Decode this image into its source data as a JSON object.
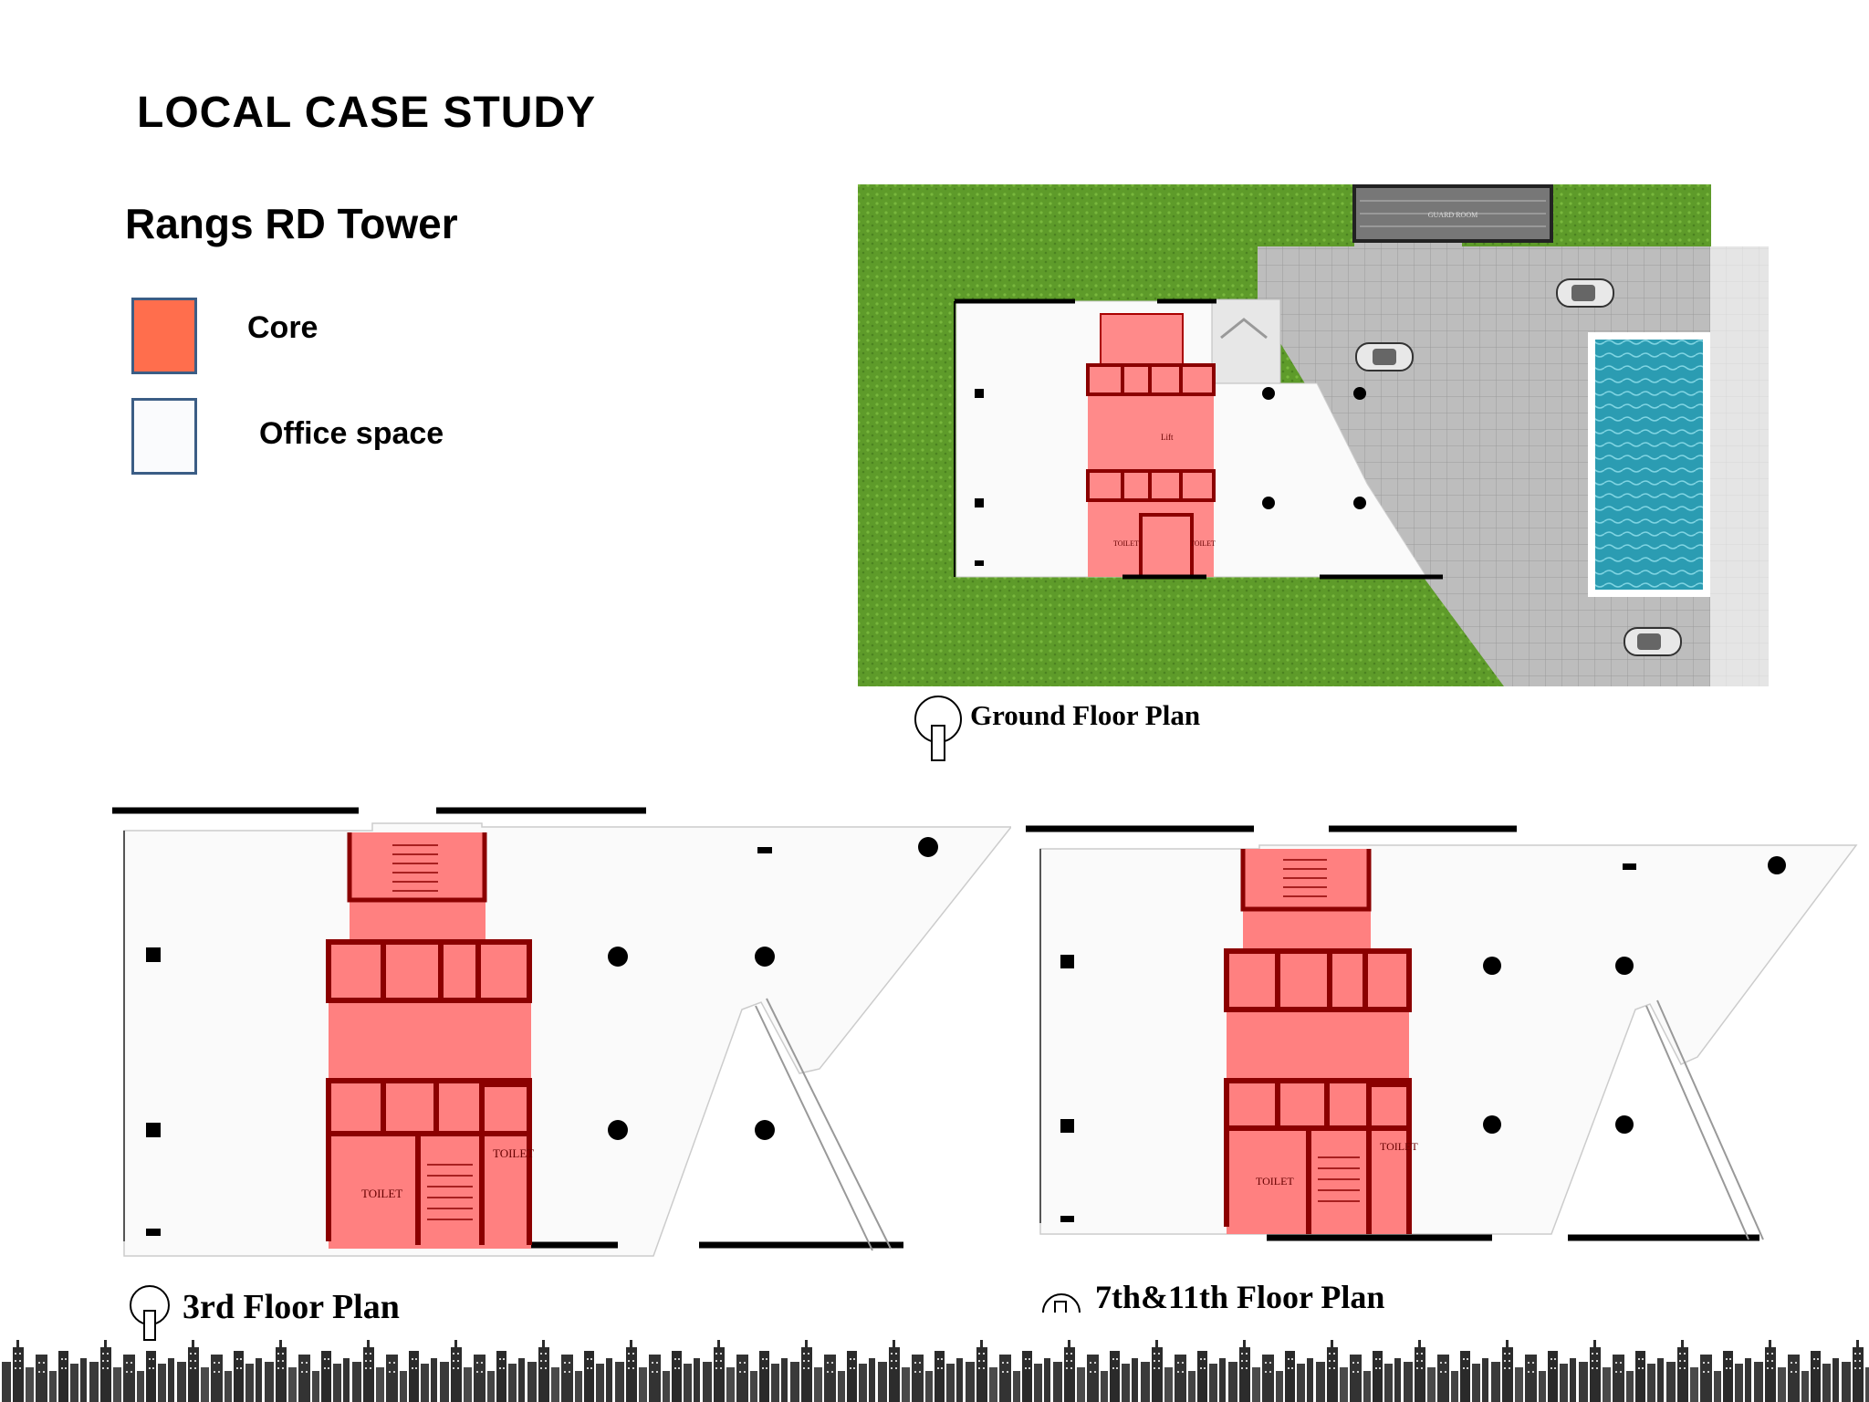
{
  "page": {
    "title": "LOCAL CASE STUDY",
    "subtitle": "Rangs RD Tower"
  },
  "legend": [
    {
      "label": "Core",
      "color": "#ff6e4d"
    },
    {
      "label": "Office space",
      "color": "#ffffff"
    }
  ],
  "plans": {
    "ground": {
      "label": "Ground Floor Plan",
      "room_labels": {
        "toilet_left": "TOILET",
        "toilet_right": "TOILET",
        "lift": "Lift",
        "gate": "GUARD ROOM"
      }
    },
    "third": {
      "label": "3rd Floor Plan",
      "room_labels": {
        "toilet_left": "TOILET",
        "toilet_right": "TOILET"
      }
    },
    "seventh": {
      "label": "7th&11th Floor Plan",
      "room_labels": {
        "toilet_left": "TOILET",
        "toilet_right": "TOILET"
      }
    }
  },
  "colors": {
    "core_fill": "#ff8080",
    "core_wall": "#8b0000",
    "lawn": "#5f9e2c",
    "paving": "#b5b5b5",
    "pool": "#2a9bb0",
    "skyline": "#3a3a3a"
  },
  "icons": [
    "north-arrow-icon",
    "car-icon",
    "pool-icon",
    "skyline-decoration"
  ]
}
